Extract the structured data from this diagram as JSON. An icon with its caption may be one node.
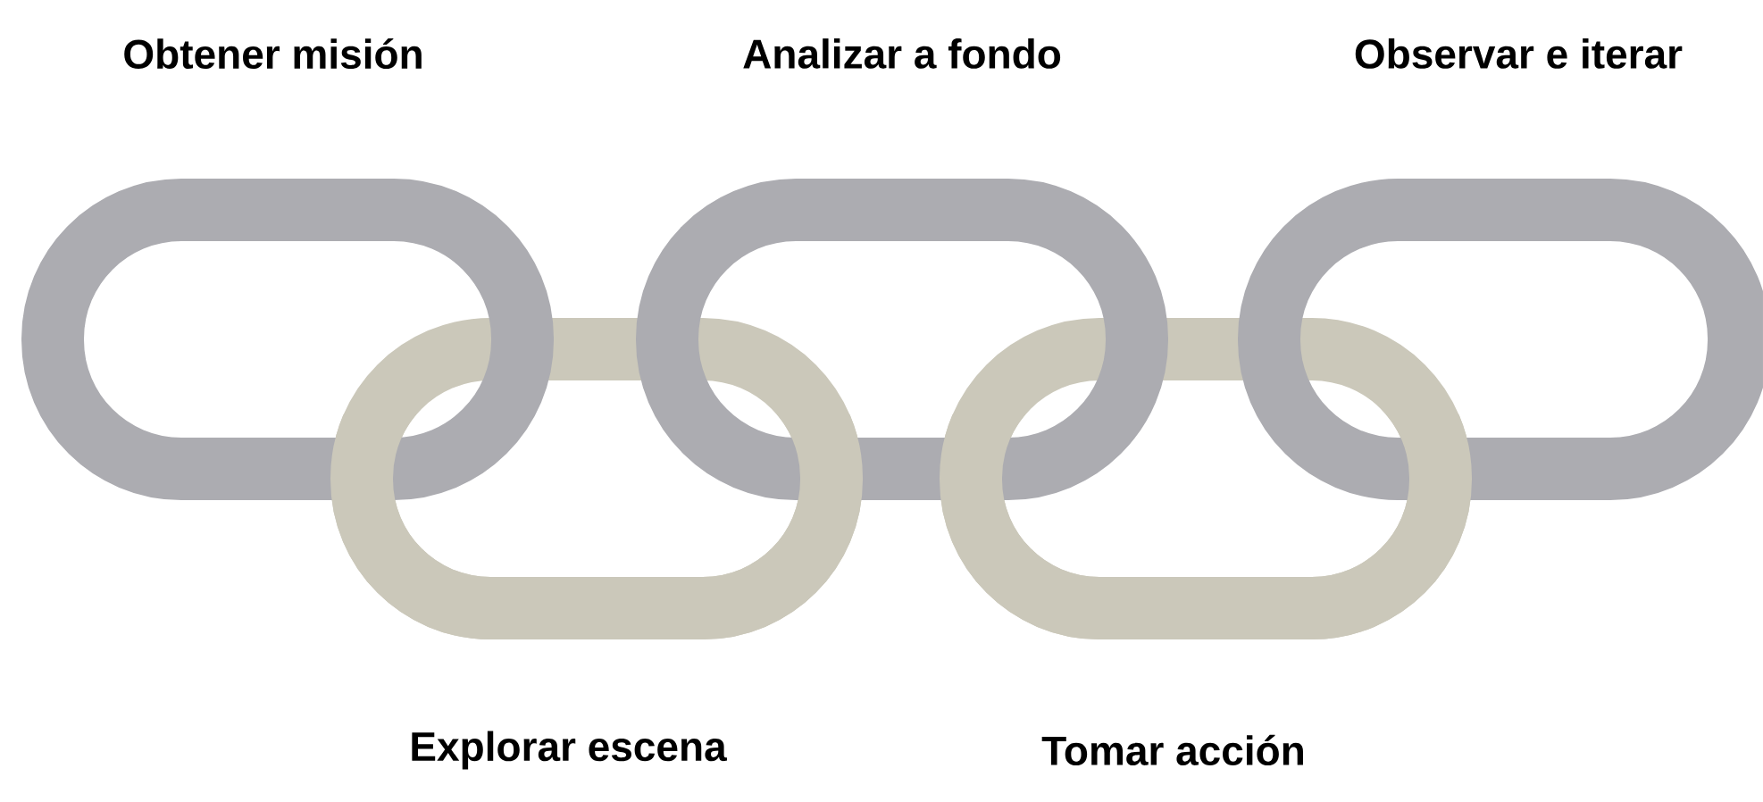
{
  "diagram": {
    "nodes": [
      {
        "text": [
          "Obtener misión"
        ]
      },
      {
        "text": [
          "Explorar escena"
        ]
      },
      {
        "text": [
          "Analizar a fondo"
        ]
      },
      {
        "text": [
          "Tomar acción"
        ]
      },
      {
        "text": [
          "Observar e iterar"
        ]
      }
    ]
  }
}
